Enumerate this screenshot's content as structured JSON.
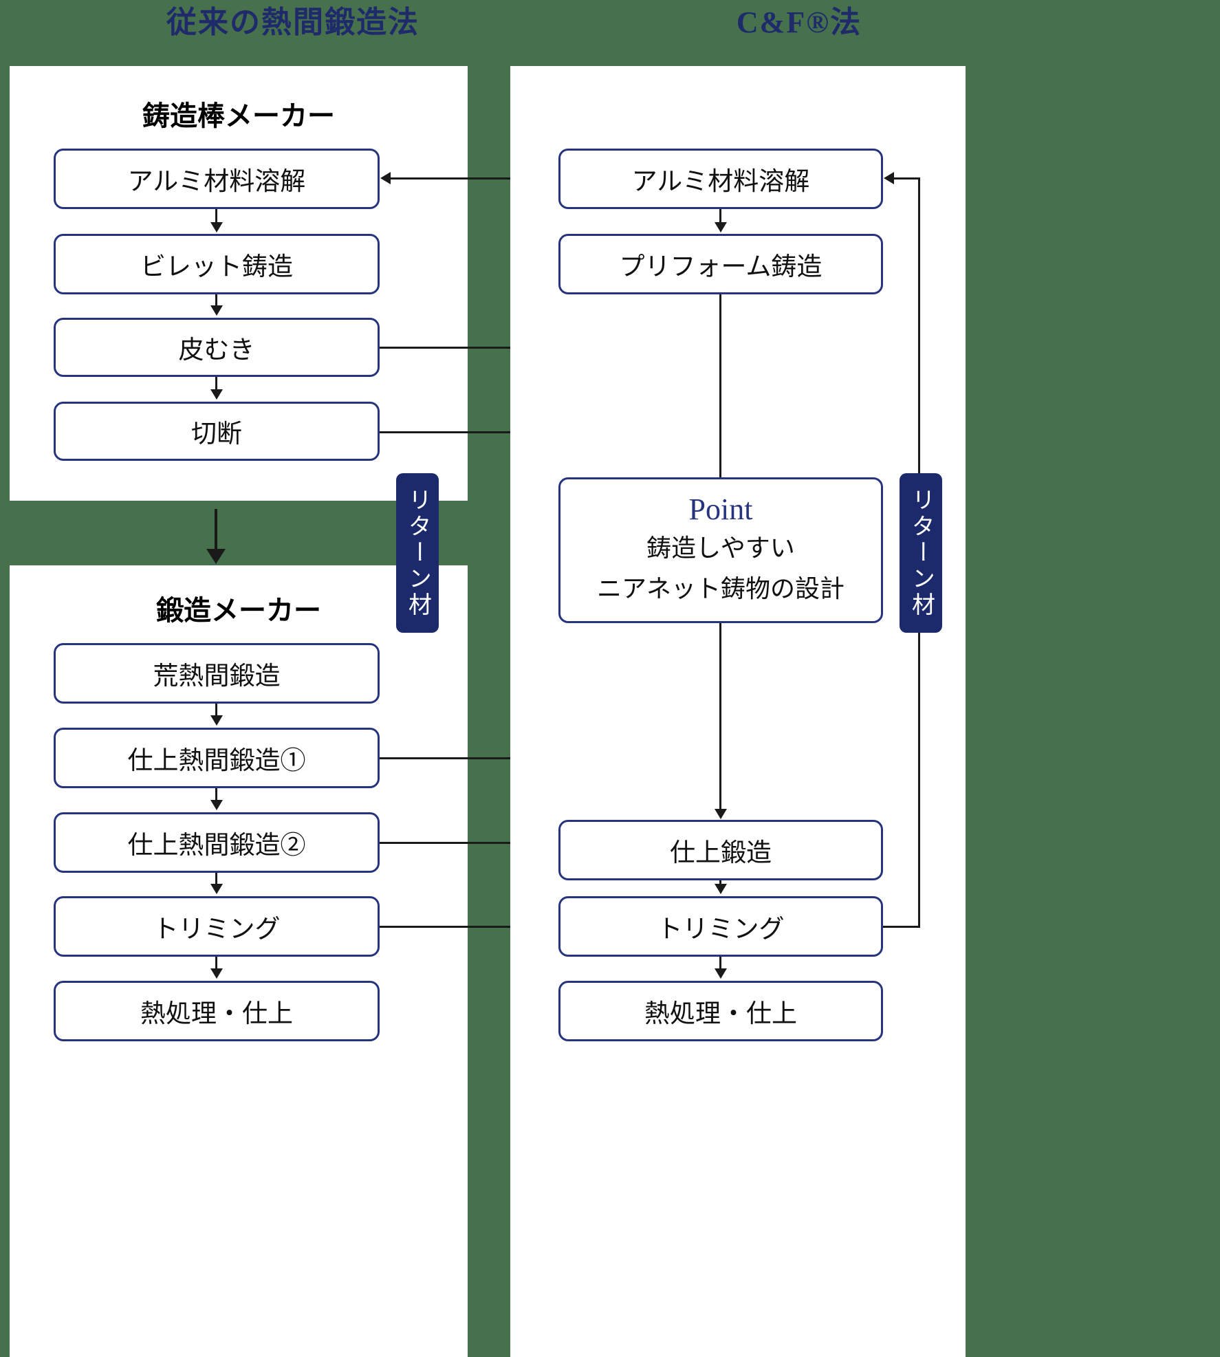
{
  "columns": {
    "left": {
      "title": "従来の熱間鍛造法",
      "groups": [
        {
          "title": "鋳造棒メーカー",
          "nodes": [
            "アルミ材料溶解",
            "ビレット鋳造",
            "皮むき",
            "切断"
          ]
        },
        {
          "title": "鍛造メーカー",
          "nodes": [
            "荒熱間鍛造",
            "仕上熱間鍛造①",
            "仕上熱間鍛造②",
            "トリミング",
            "熱処理・仕上"
          ]
        }
      ],
      "return_label": "リターン材"
    },
    "right": {
      "title": "C&F®法",
      "nodes": [
        "アルミ材料溶解",
        "プリフォーム鋳造"
      ],
      "point": {
        "heading": "Point",
        "lines": [
          "鋳造しやすい",
          "ニアネット鋳物の設計"
        ]
      },
      "nodes_after": [
        "仕上鍛造",
        "トリミング",
        "熱処理・仕上"
      ],
      "return_label": "リターン材"
    }
  },
  "colors": {
    "background": "#47714d",
    "panel": "#ffffff",
    "node_border": "#26347e",
    "title": "#1f2a6b",
    "badge": "#1c2a6b",
    "badge_text": "#ffffff",
    "connector": "#1a1a1a"
  }
}
